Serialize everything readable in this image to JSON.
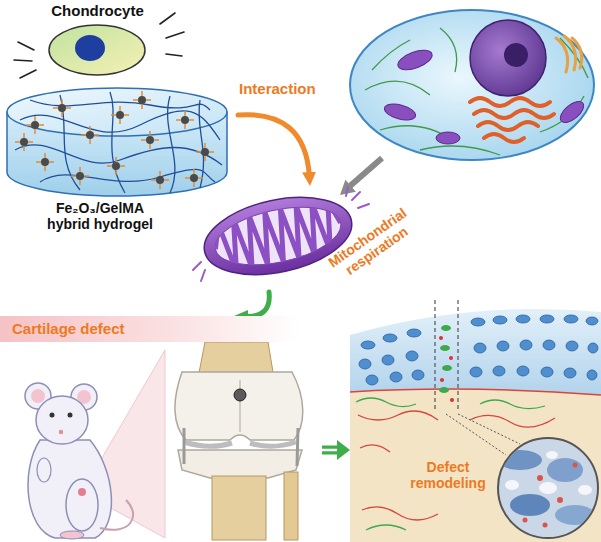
{
  "diagram": {
    "nodes": [
      {
        "text": [
          "Chondrocyte"
        ]
      },
      {
        "text": [
          "Fe₂O₃/GelMA hybrid hydrogel"
        ]
      },
      {
        "text": [
          "Mitochondrial respiration"
        ]
      },
      {
        "text": [
          "Cartilage defect"
        ]
      },
      {
        "text": [
          "Defect remodeling"
        ]
      }
    ],
    "edges": [
      {
        "from": 1,
        "to": 2,
        "arrow": "to",
        "label": "Interaction"
      },
      {
        "from": 2,
        "to": 3,
        "arrow": "to"
      },
      {
        "from": 3,
        "to": 4,
        "arrow": "to"
      }
    ]
  }
}
